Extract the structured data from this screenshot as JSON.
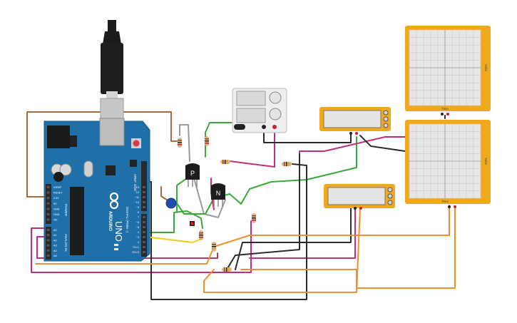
{
  "arduino": {
    "brand": "ARDUINO",
    "model": "UNO",
    "digital_header": "DIGITAL (PWM ~)",
    "power_header": "POWER",
    "analog_header": "ANALOG IN",
    "aref": "AREF",
    "gnd": "GND",
    "power_pins": [
      "IOREF",
      "RESET",
      "3.3V",
      "5V",
      "GND",
      "GND",
      "Vin"
    ],
    "analog_pins": [
      "A0",
      "A1",
      "A2",
      "A3",
      "A4",
      "A5"
    ],
    "digital_pins": [
      "13",
      "12",
      "~11",
      "~10",
      "~9",
      "8",
      "7",
      "~6",
      "~5",
      "4",
      "~3",
      "2",
      "TX>1",
      "RX<0"
    ]
  },
  "transistors": {
    "pnp_label": "P",
    "npn_label": "N"
  },
  "oscilloscope_label_time": "Time",
  "oscilloscope_label_volts": "Volts",
  "colors": {
    "board": "#1f6fa8",
    "header": "#2a2a2a",
    "scope_frame": "#f0a81c",
    "scope_screen": "#e6e6e6",
    "meter_frame": "#f0a81c",
    "meter_screen": "#e4e4e4",
    "wire_brown": "#a86a3a",
    "wire_green": "#3aa83a",
    "wire_magenta": "#c0307a",
    "wire_black": "#2b2b2b",
    "wire_orange": "#f0902a",
    "wire_yellow": "#e6d21a",
    "wire_grey": "#9a9a9a"
  }
}
